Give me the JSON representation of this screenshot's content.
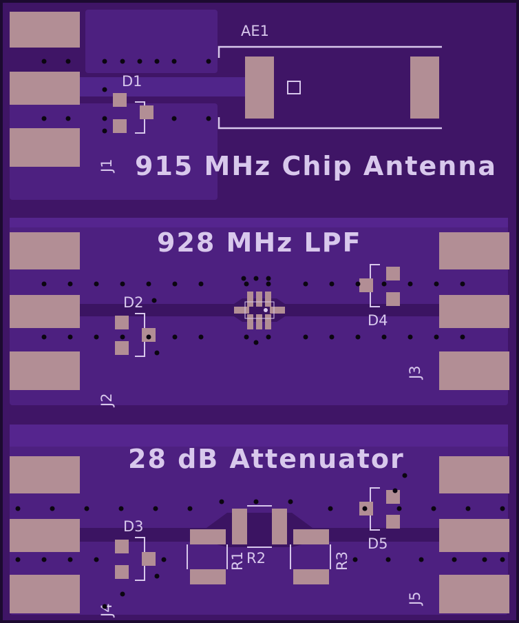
{
  "board": {
    "colors": {
      "substrate": "#3f1566",
      "edge": "#1c0a30",
      "copper_fill": "#4d2080",
      "copper_fill_dark": "#3b1462",
      "trace": "#50258a",
      "pad": "#b28e95",
      "silkscreen": "#d8c8ec",
      "via": "#0b0610"
    },
    "sections": {
      "antenna": {
        "title": "915 MHz Chip Antenna",
        "refs": {
          "ae": "AE1",
          "diode": "D1",
          "connector": "J1"
        }
      },
      "lpf": {
        "title": "928 MHz LPF",
        "refs": {
          "diode_left": "D2",
          "diode_right": "D4",
          "connector_left": "J2",
          "connector_right": "J3"
        }
      },
      "attenuator": {
        "title": "28 dB Attenuator",
        "refs": {
          "diode_left": "D3",
          "diode_right": "D5",
          "connector_left": "J4",
          "connector_right": "J5",
          "r1": "R1",
          "r2": "R2",
          "r3": "R3"
        }
      }
    }
  }
}
